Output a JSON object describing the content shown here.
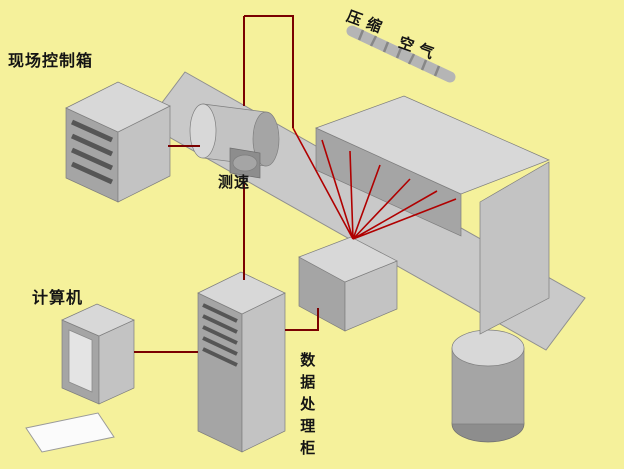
{
  "labels": {
    "field_control_box": "现场控制箱",
    "speed_measurement": "测速",
    "compressed_air_line1": "压缩",
    "compressed_air_line2": "空气",
    "computer": "计算机",
    "data_processing_cabinet": "数据处理柜"
  },
  "colors": {
    "background": "#f5f19b",
    "gray_top": "#d8d8d8",
    "gray_front": "#a5a5a5",
    "gray_side": "#c3c3c3",
    "gray_dark": "#8d8d8d",
    "belt": "#c9c9c9",
    "wire": "#7a0101",
    "laser": "#b00000",
    "vent": "#565656",
    "label_text": "#141414"
  }
}
